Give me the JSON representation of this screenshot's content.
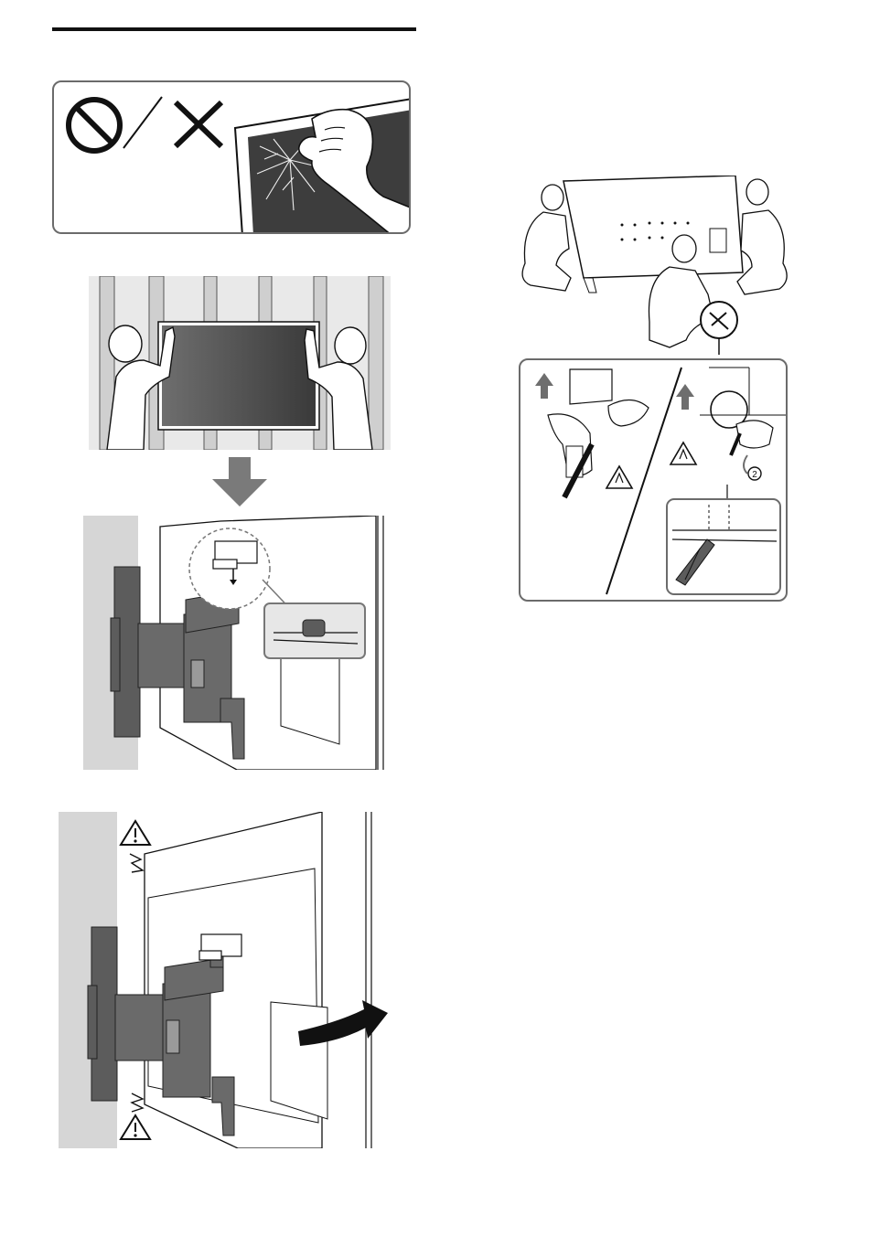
{
  "page": {
    "step_number": "2",
    "colors": {
      "ink": "#111111",
      "frame": "#6b6b6b",
      "bracket": "#5c5c5c",
      "wall_shade": "#d6d6d6",
      "screen_dark": "#3a3a3a",
      "arrow_gray": "#7a7a7a"
    }
  },
  "figures": {
    "handling_warning": {
      "prohibit_icon": "prohibition-icon",
      "wrong_icon": "cross-mark-icon",
      "scene": "hand-pressing-cracked-screen"
    },
    "lifting_tv": {
      "scene": "two-people-lifting-tv-to-wall"
    },
    "down_arrow": {
      "icon": "arrow-down-icon"
    },
    "hook_onto_bracket": {
      "scene": "tv-hooked-onto-wall-bracket"
    },
    "swing_tv": {
      "caution_icon": "caution-triangle-icon",
      "scene": "tv-swung-on-arm"
    },
    "stand_removal": {
      "scene": "three-people-holding-tv"
    },
    "detail_box": {
      "caution_icon": "caution-hand-icon"
    }
  }
}
